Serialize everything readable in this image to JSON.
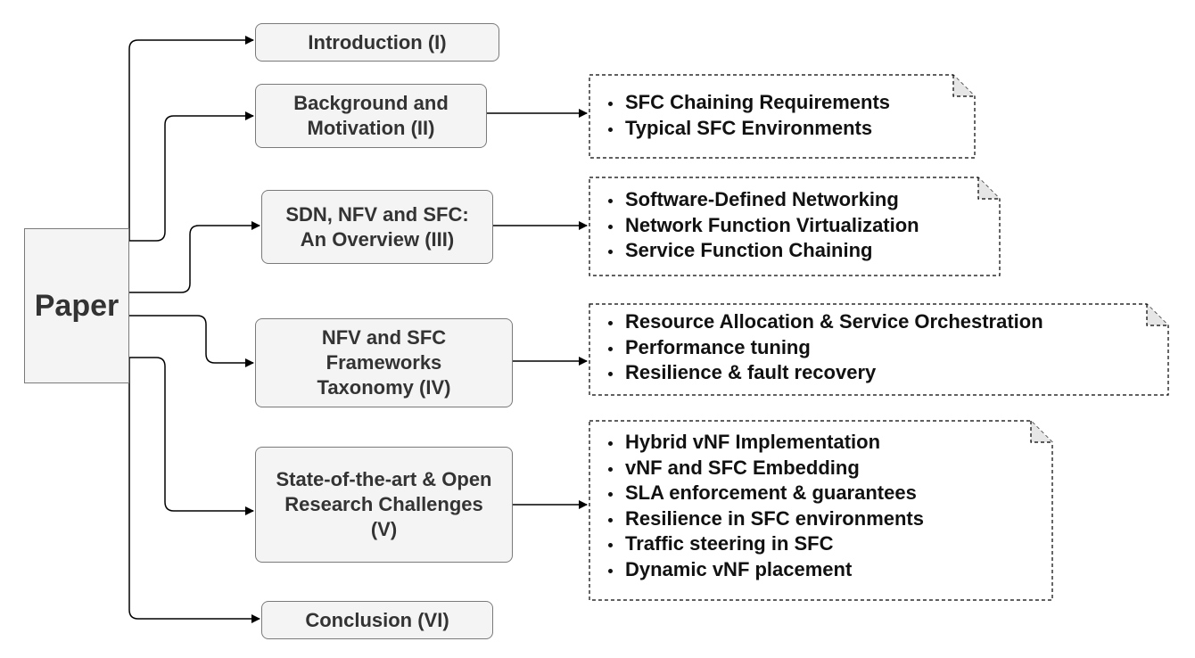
{
  "root": {
    "label": "Paper"
  },
  "sections": [
    {
      "id": "intro",
      "label": "Introduction (I)"
    },
    {
      "id": "background",
      "label": "Background and\nMotivation (II)"
    },
    {
      "id": "overview",
      "label": "SDN, NFV and SFC:\nAn Overview (III)"
    },
    {
      "id": "taxonomy",
      "label": "NFV and SFC\nFrameworks\nTaxonomy (IV)"
    },
    {
      "id": "sota",
      "label": "State-of-the-art & Open\nResearch Challenges\n(V)"
    },
    {
      "id": "conclusion",
      "label": "Conclusion (VI)"
    }
  ],
  "notes": [
    {
      "section": "background",
      "items": [
        "SFC Chaining Requirements",
        "Typical SFC Environments"
      ]
    },
    {
      "section": "overview",
      "items": [
        "Software-Defined Networking",
        "Network Function Virtualization",
        "Service Function Chaining"
      ]
    },
    {
      "section": "taxonomy",
      "items": [
        "Resource Allocation & Service Orchestration",
        "Performance tuning",
        "Resilience & fault recovery"
      ]
    },
    {
      "section": "sota",
      "items": [
        "Hybrid vNF Implementation",
        "vNF and SFC Embedding",
        "SLA enforcement & guarantees",
        "Resilience in SFC environments",
        "Traffic steering in SFC",
        "Dynamic vNF placement"
      ]
    }
  ]
}
